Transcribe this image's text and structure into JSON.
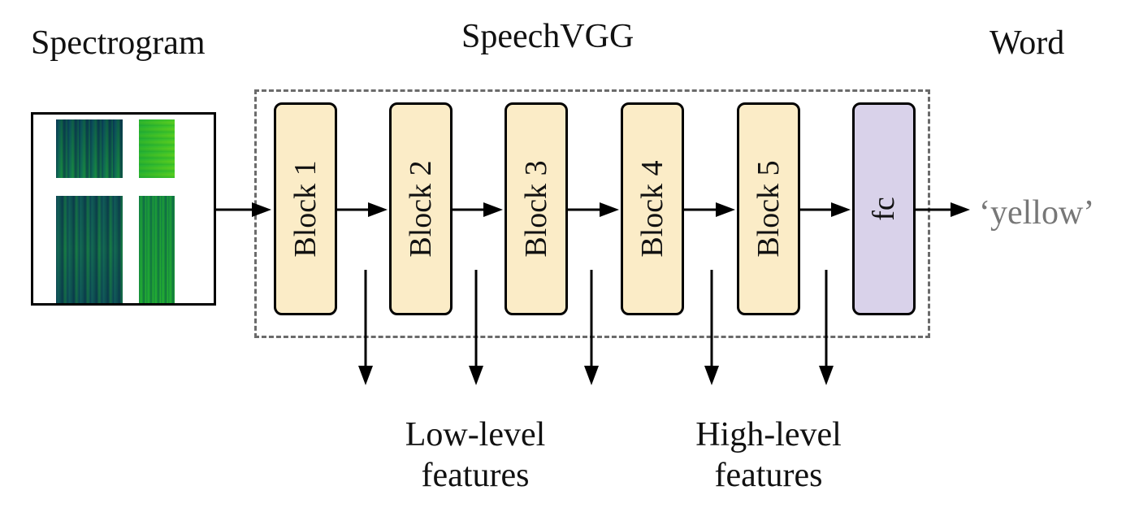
{
  "labels": {
    "spectrogram": "Spectrogram",
    "model": "SpeechVGG",
    "word": "Word",
    "output": "‘yellow’",
    "low_level_1": "Low-level",
    "low_level_2": "features",
    "high_level_1": "High-level",
    "high_level_2": "features"
  },
  "blocks": [
    {
      "label": "Block 1",
      "kind": "conv"
    },
    {
      "label": "Block 2",
      "kind": "conv"
    },
    {
      "label": "Block 3",
      "kind": "conv"
    },
    {
      "label": "Block 4",
      "kind": "conv"
    },
    {
      "label": "Block 5",
      "kind": "conv"
    },
    {
      "label": "fc",
      "kind": "fc"
    }
  ],
  "colors": {
    "conv_block": "#fbecc7",
    "fc_block": "#d9d2ea",
    "dashed_border": "#6b6b6b",
    "output_text": "#777777",
    "spectrogram_dark": "#2f6f8f",
    "spectrogram_light": "#5fe07a"
  }
}
